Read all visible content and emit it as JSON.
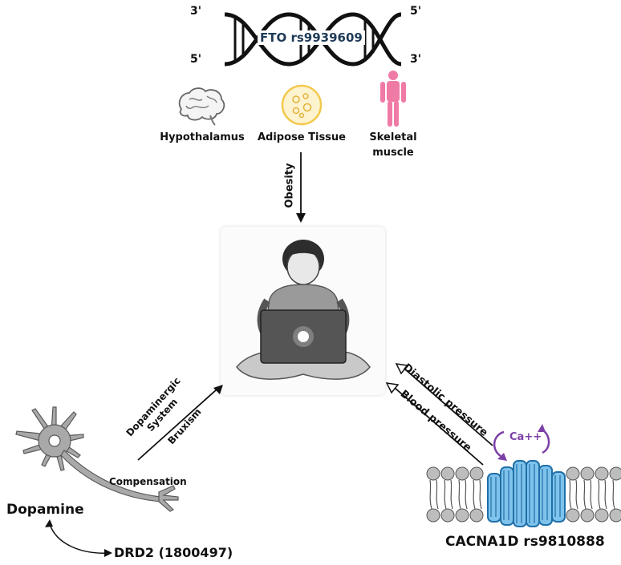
{
  "dna": {
    "label": "FTO rs9939609",
    "end_top_left": "3'",
    "end_bottom_left": "5'",
    "end_top_right": "5'",
    "end_bottom_right": "3'"
  },
  "organs": [
    {
      "label": "Hypothalamus",
      "icon": "brain-icon"
    },
    {
      "label": "Adipose Tissue",
      "icon": "fat-cell-icon"
    },
    {
      "label": "Skeletal muscle",
      "icon": "human-body-icon"
    }
  ],
  "arrows": {
    "obesity": "Obesity",
    "dopaminergic_line1": "Dopaminergic",
    "dopaminergic_line2": "System",
    "bruxism": "Bruxism",
    "compensation": "Compensation",
    "diastolic": "Diastolic pressure",
    "blood_pressure": "Blood pressure"
  },
  "genes": {
    "dopamine": "Dopamine",
    "drd2": "DRD2 (1800497)",
    "cacna1d": "CACNA1D rs9810888",
    "calcium": "Ca++"
  },
  "colors": {
    "channel_blue": "#2a8fd0",
    "calcium_purple": "#7b3fa6",
    "muscle_pink": "#f07aa6",
    "fat_yellow": "#f2c94c",
    "dna_text": "#1f3b57"
  }
}
